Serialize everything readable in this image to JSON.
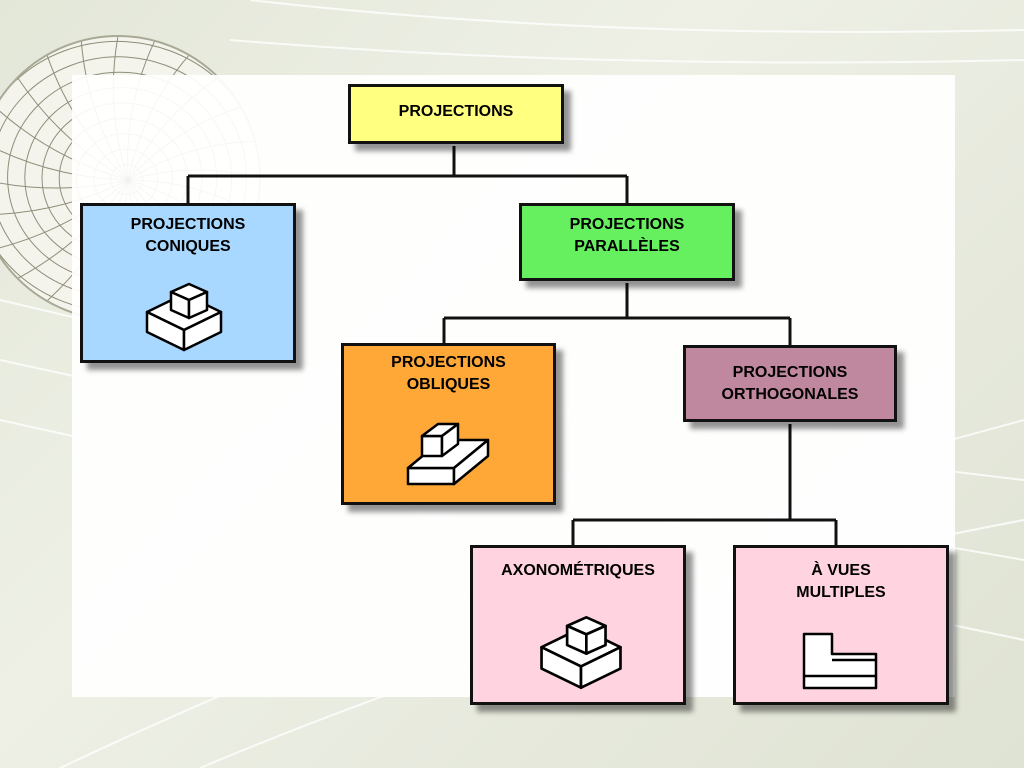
{
  "diagram": {
    "root": {
      "label": "PROJECTIONS"
    },
    "coniques": {
      "label": "PROJECTIONS\nCONIQUES",
      "icon": "isometric-block-icon"
    },
    "paralleles": {
      "label": "PROJECTIONS\nPARALLÈLES"
    },
    "obliques": {
      "label": "PROJECTIONS\nOBLIQUES",
      "icon": "oblique-block-icon"
    },
    "orthogonales": {
      "label": "PROJECTIONS\nORTHOGONALES"
    },
    "axonometriques": {
      "label": "AXONOMÉTRIQUES",
      "icon": "isometric-block-icon"
    },
    "multiples": {
      "label": "À VUES\nMULTIPLES",
      "icon": "front-view-icon"
    }
  },
  "colors": {
    "root": "#ffff80",
    "coniques": "#a8d8ff",
    "paralleles": "#66f060",
    "obliques": "#ffa838",
    "orthogonales": "#c0889e",
    "leaves": "#ffd4e0",
    "connectors": "#111111"
  }
}
